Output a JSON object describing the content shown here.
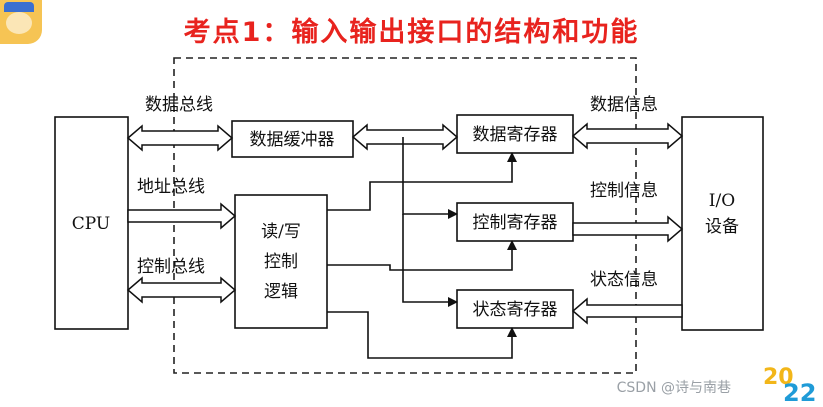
{
  "title": "考点1：输入输出接口的结构和功能",
  "boxes": {
    "cpu": "CPU",
    "data_buffer": "数据缓冲器",
    "rw_logic": [
      "读/写",
      "控制",
      "逻辑"
    ],
    "data_reg": "数据寄存器",
    "ctrl_reg": "控制寄存器",
    "status_reg": "状态寄存器",
    "io_device": [
      "I/O",
      "设备"
    ]
  },
  "labels": {
    "data_bus": "数据总线",
    "addr_bus": "地址总线",
    "ctrl_bus": "控制总线",
    "data_info": "数据信息",
    "ctrl_info": "控制信息",
    "status_info": "状态信息"
  },
  "watermark": "CSDN @诗与南巷",
  "badge": {
    "top": "20",
    "bottom": "22"
  }
}
